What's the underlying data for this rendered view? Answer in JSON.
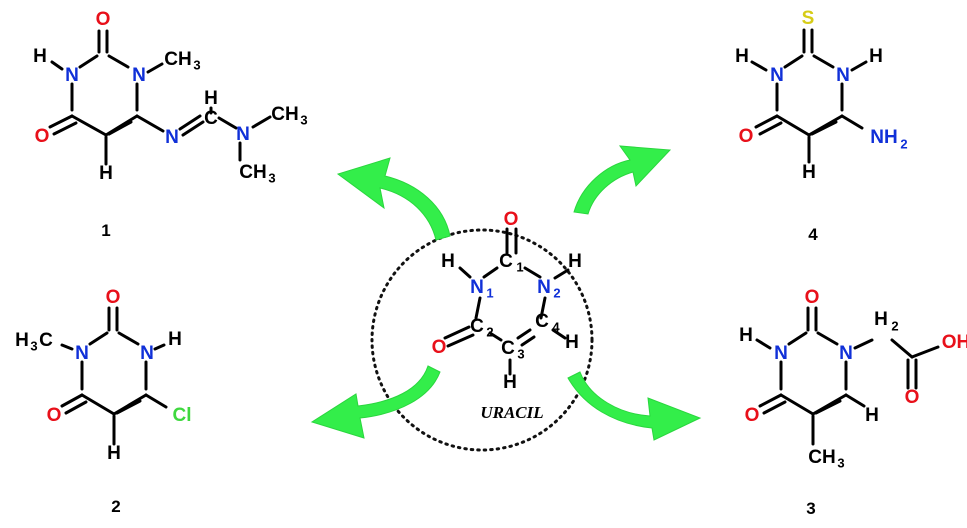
{
  "colors": {
    "oxygen": "#e8101a",
    "nitrogen": "#1030d8",
    "sulfur": "#d6cc17",
    "chlorine": "#3fd83f",
    "carbon_hydrogen": "#000000",
    "arrow": "#33ee4a"
  },
  "center": {
    "title": "URACIL",
    "atoms": {
      "O_top": "O",
      "C1": "C",
      "C1_num": "1",
      "N1": "N",
      "N1_num": "1",
      "N2": "N",
      "N2_num": "2",
      "H_n1": "H",
      "H_n2": "H",
      "C2": "C",
      "C2_num": "2",
      "C4": "C",
      "C4_num": "4",
      "C3": "C",
      "C3_num": "3",
      "O_left": "O",
      "H_c4": "H",
      "H_c3": "H"
    }
  },
  "compounds": [
    {
      "number": "1",
      "atoms": {
        "H_n": "H",
        "N_left": "N",
        "O_top": "O",
        "N_right": "N",
        "CH3": "CH",
        "CH3_sub": "3",
        "O_bottom": "O",
        "H_ring": "H",
        "N_imine": "N",
        "H_imine": "H",
        "C_imine": "C",
        "N_dim": "N",
        "CH3_a": "CH",
        "CH3_a_sub": "3",
        "CH3_b": "CH",
        "CH3_b_sub": "3"
      }
    },
    {
      "number": "2",
      "atoms": {
        "H3C": "H",
        "H3C_sub": "3",
        "H3C_c": "C",
        "N_left": "N",
        "O_top": "O",
        "N_right": "N",
        "H_n": "H",
        "O_bottom": "O",
        "Cl": "Cl",
        "H_ring": "H"
      }
    },
    {
      "number": "3",
      "atoms": {
        "H_n": "H",
        "N_left": "N",
        "O_top": "O",
        "N_right": "N",
        "H2": "H",
        "H2_sub": "2",
        "OH": "OH",
        "O_acid": "O",
        "O_bottom": "O",
        "H_ring": "H",
        "CH3": "CH",
        "CH3_sub": "3"
      }
    },
    {
      "number": "4",
      "atoms": {
        "S": "S",
        "H_n1": "H",
        "N_left": "N",
        "N_right": "N",
        "H_n2": "H",
        "O_bottom": "O",
        "NH2": "NH",
        "NH2_sub": "2",
        "H_ring": "H"
      }
    }
  ]
}
